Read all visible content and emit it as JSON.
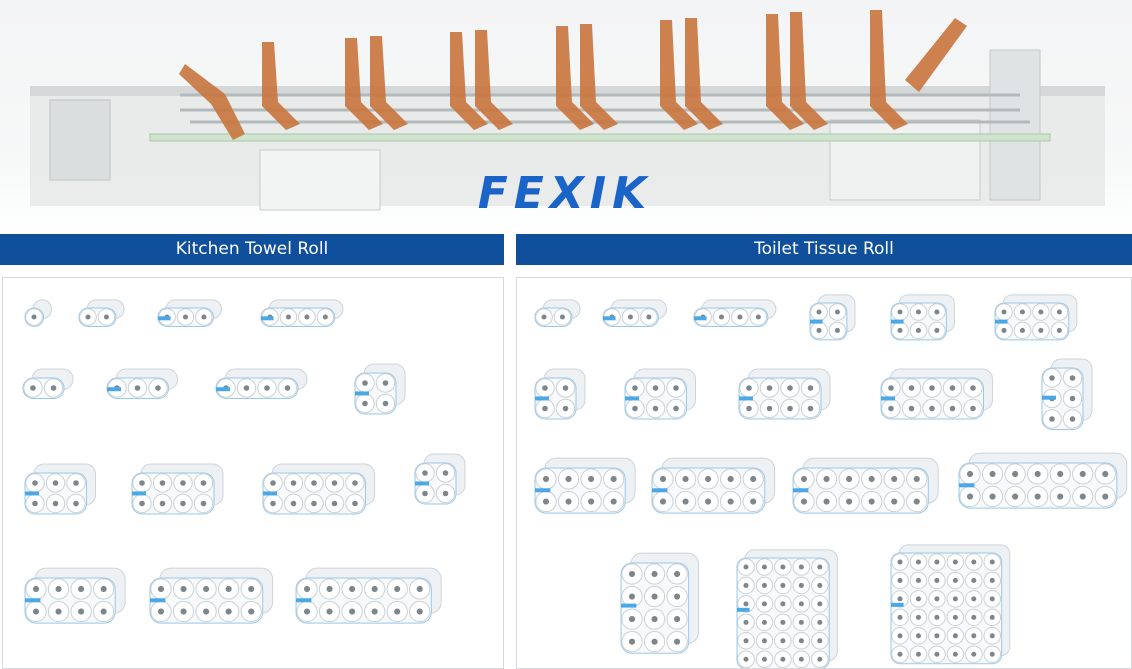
{
  "brand": {
    "name": "FEXIK",
    "color": "#1a64c8"
  },
  "sections": {
    "kitchen": {
      "title": "Kitchen Towel Roll"
    },
    "toilet": {
      "title": "Toilet Tissue Roll"
    }
  },
  "colors": {
    "header_bar": "#0f4f9c",
    "film_stripe": "#4aa8e6",
    "roll_outline": "#9bc8ea",
    "machine_arm": "#c8753d"
  },
  "icons": [
    "packaging-machine-image",
    "roll-pack-icon",
    "bundle-pack-icon"
  ],
  "packs": {
    "kitchen": [
      "1x1",
      "2x1",
      "3x1",
      "4x1",
      "2x1",
      "3x1",
      "4x1",
      "2x2",
      "3x2",
      "4x2",
      "5x2",
      "2x2",
      "4x2",
      "5x2",
      "6x2"
    ],
    "toilet": [
      "2x1",
      "3x1",
      "4x1",
      "2x2",
      "3x2",
      "4x2",
      "2x2",
      "3x2",
      "4x2",
      "5x2",
      "2x3",
      "4x2",
      "5x2",
      "6x2",
      "7x2",
      "3x4",
      "5x6",
      "6x6"
    ]
  }
}
